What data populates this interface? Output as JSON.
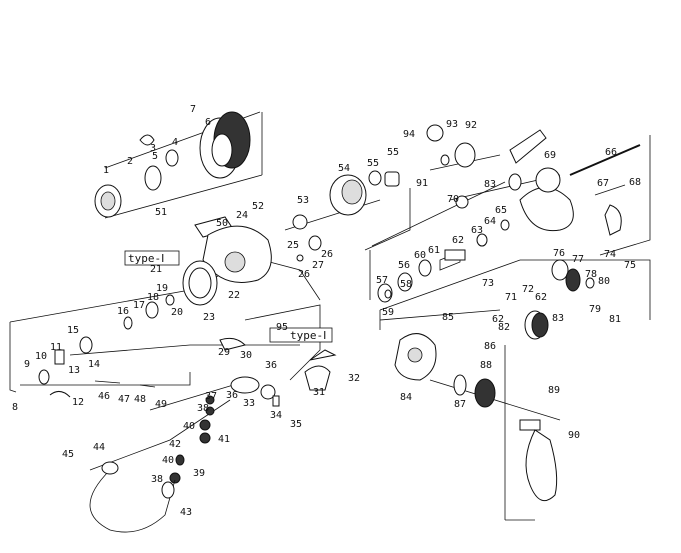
{
  "labels": {
    "p1": "1",
    "p2": "2",
    "p3": "3",
    "p4": "4",
    "p5": "5",
    "p6": "6",
    "p7": "7",
    "p8": "8",
    "p9": "9",
    "p10": "10",
    "p11": "11",
    "p12": "12",
    "p13": "13",
    "p14": "14",
    "p15": "15",
    "p16": "16",
    "p17": "17",
    "p18": "18",
    "p19": "19",
    "p20": "20",
    "p21": "21",
    "p22": "22",
    "p23": "23",
    "p24": "24",
    "p25": "25",
    "p26": "26",
    "p26b": "26",
    "p27": "27",
    "p29": "29",
    "p30": "30",
    "p31": "31",
    "p32": "32",
    "p33": "33",
    "p34": "34",
    "p35": "35",
    "p36a": "36",
    "p36b": "36",
    "p37": "37",
    "p38a": "38",
    "p38b": "38",
    "p39": "39",
    "p40a": "40",
    "p40b": "40",
    "p41": "41",
    "p42": "42",
    "p43": "43",
    "p44": "44",
    "p45": "45",
    "p46": "46",
    "p47": "47",
    "p48": "48",
    "p49": "49",
    "p50": "50",
    "p51": "51",
    "p52": "52",
    "p53": "53",
    "p54": "54",
    "p55a": "55",
    "p55b": "55",
    "p56": "56",
    "p57": "57",
    "p58": "58",
    "p59": "59",
    "p60": "60",
    "p61": "61",
    "p62a": "62",
    "p62b": "62",
    "p62c": "62",
    "p63": "63",
    "p64": "64",
    "p65": "65",
    "p66": "66",
    "p67": "67",
    "p68": "68",
    "p69": "69",
    "p70": "70",
    "p71": "71",
    "p72": "72",
    "p73": "73",
    "p74": "74",
    "p75": "75",
    "p76": "76",
    "p77": "77",
    "p78": "78",
    "p79": "79",
    "p80": "80",
    "p81": "81",
    "p82": "82",
    "p83a": "83",
    "p83b": "83",
    "p84": "84",
    "p85": "85",
    "p86": "86",
    "p87": "87",
    "p88": "88",
    "p89": "89",
    "p90": "90",
    "p91": "91",
    "p92": "92",
    "p93": "93",
    "p94": "94",
    "p95": "95"
  },
  "tags": {
    "type1": "type-Ⅰ",
    "type2": "type-Ⅰ"
  }
}
